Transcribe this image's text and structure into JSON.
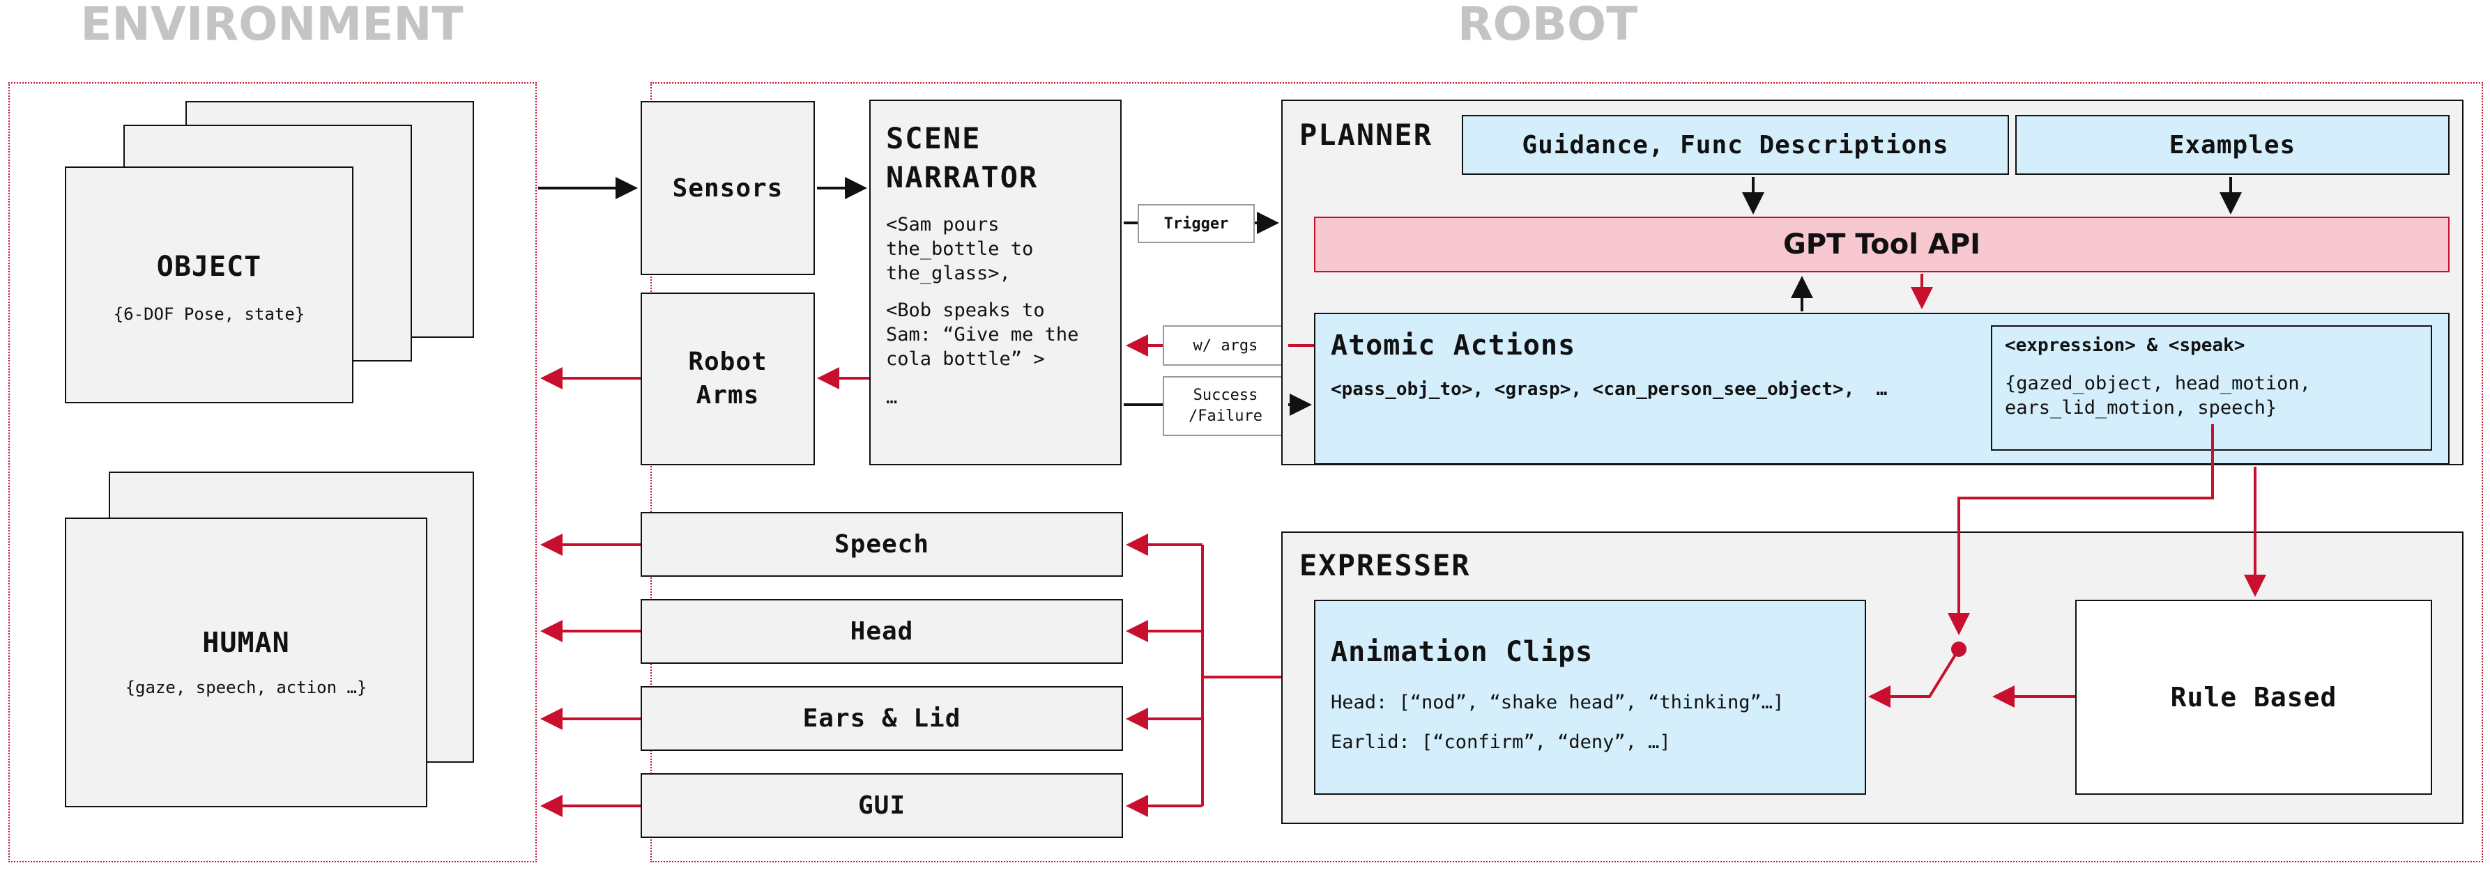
{
  "sections": {
    "environment": "ENVIRONMENT",
    "robot": "ROBOT"
  },
  "environment": {
    "object": {
      "title": "OBJECT",
      "detail": "{6-DOF Pose, state}"
    },
    "human": {
      "title": "HUMAN",
      "detail": "{gaze, speech, action …}"
    }
  },
  "robot": {
    "sensors": "Sensors",
    "robot_arms": "Robot\nArms",
    "scene_narrator": {
      "title": "SCENE\nNARRATOR",
      "lines": [
        "<Sam pours\nthe_bottle to\nthe_glass>,",
        "<Bob speaks to\nSam: “Give me the\ncola bottle” >",
        "…"
      ]
    },
    "tags": {
      "trigger": "Trigger",
      "args": "w/ args",
      "result": "Success\n/Failure"
    },
    "outputs": [
      "Speech",
      "Head",
      "Ears & Lid",
      "GUI"
    ],
    "planner": {
      "title": "PLANNER",
      "guidance": "Guidance, Func Descriptions",
      "examples": "Examples",
      "gpt": "GPT Tool API",
      "atomic_title": "Atomic Actions",
      "atomic_list": "<pass_obj_to>, <grasp>, <can_person_see_object>,  …",
      "expr_title": "<expression> & <speak>",
      "expr_args": "{gazed_object, head_motion,\nears_lid_motion, speech}"
    },
    "expresser": {
      "title": "EXPRESSER",
      "clips_title": "Animation Clips",
      "head_line": "Head: [“nod”, “shake head”, “thinking”…]",
      "earlid_line": "Earlid: [“confirm”, “deny”, …]",
      "rule_based": "Rule Based"
    }
  },
  "colors": {
    "accent_red": "#c8102e",
    "light_blue": "#d4effb",
    "pink": "#f8c8d0",
    "panel_gray": "#f2f2f2",
    "section_gray": "#c4c4c4"
  }
}
